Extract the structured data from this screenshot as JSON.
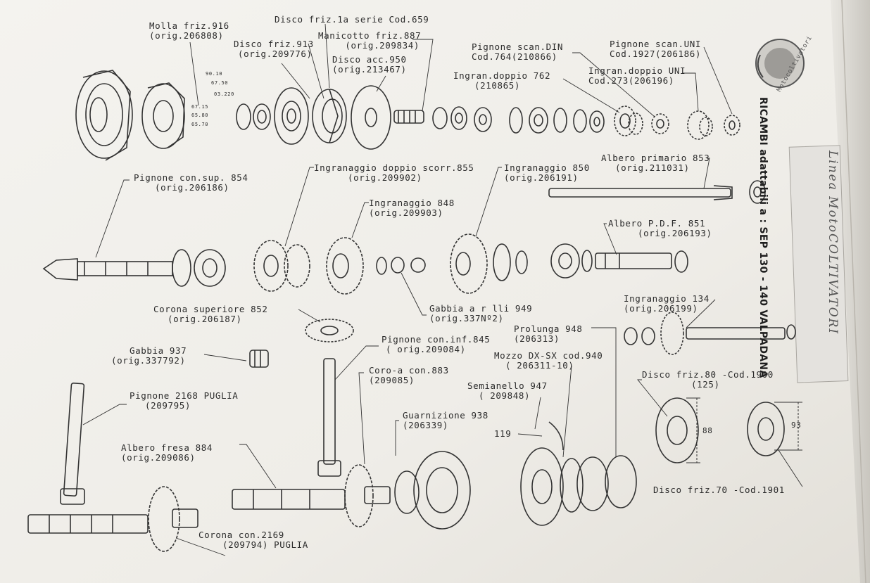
{
  "brand": {
    "logo_text": "Motocoltivatori",
    "title": "RICAMBI adattabili a : SEP 130 - 140 VALPADANA",
    "side_tab": "Linea MotoCOLTIVATORI"
  },
  "labels": [
    {
      "id": "molla-friz-916",
      "line1": "Molla  friz.916",
      "line2": "(orig.206808)"
    },
    {
      "id": "disco-friz-1a",
      "line1": "Disco friz.1a serie Cod.659",
      "line2": ""
    },
    {
      "id": "manicotto-friz-887",
      "line1": "Manicotto friz.887",
      "line2": "(orig.209834)"
    },
    {
      "id": "disco-friz-913",
      "line1": "Disco friz.913",
      "line2": "(orig.209776)"
    },
    {
      "id": "disco-acc-950",
      "line1": "Disco acc.950",
      "line2": "(orig.213467)"
    },
    {
      "id": "pignone-scan-din",
      "line1": "Pignone scan.DIN",
      "line2": "Cod.764(210866)"
    },
    {
      "id": "pignone-scan-uni",
      "line1": "Pignone scan.UNI",
      "line2": "Cod.1927(206186)"
    },
    {
      "id": "ingran-doppio-762",
      "line1": "Ingran.doppio 762",
      "line2": "(210865)"
    },
    {
      "id": "ingran-doppio-uni",
      "line1": "Ingran.doppio UNI",
      "line2": "Cod.273(206196)"
    },
    {
      "id": "albero-primario-853",
      "line1": "Albero primario 853",
      "line2": "(orig.211031)"
    },
    {
      "id": "pignone-con-sup-854",
      "line1": "Pignone con.sup. 854",
      "line2": "(orig.206186)"
    },
    {
      "id": "ingranaggio-doppio-scorr-855",
      "line1": "Ingranaggio doppio scorr.855",
      "line2": "(orig.209902)"
    },
    {
      "id": "ingranaggio-850",
      "line1": "Ingranaggio 850",
      "line2": "(orig.206191)"
    },
    {
      "id": "ingranaggio-848",
      "line1": "Ingranaggio 848",
      "line2": "(orig.209903)"
    },
    {
      "id": "albero-pdf-851",
      "line1": "Albero P.D.F. 851",
      "line2": "(orig.206193)"
    },
    {
      "id": "corona-superiore-852",
      "line1": "Corona superiore 852",
      "line2": "(orig.206187)"
    },
    {
      "id": "gabbia-a-rulli-949",
      "line1": "Gabbia a r lli 949",
      "line2": "(orig.337Nº2)"
    },
    {
      "id": "ingranaggio-134",
      "line1": "Ingranaggio 134",
      "line2": "(orig.206199)"
    },
    {
      "id": "prolunga-948",
      "line1": "Prolunga 948",
      "line2": "(206313)"
    },
    {
      "id": "pignone-con-inf-845",
      "line1": "Pignone con.inf.845",
      "line2": "( orig.209084)"
    },
    {
      "id": "gabbia-937",
      "line1": "Gabbia 937",
      "line2": "(orig.337792)"
    },
    {
      "id": "mozzo-dx-sx-940",
      "line1": "Mozzo DX-SX cod.940",
      "line2": "( 206311-10)"
    },
    {
      "id": "corona-con-883",
      "line1": "Coro-a con.883",
      "line2": "(209085)"
    },
    {
      "id": "disco-friz-80",
      "line1": "Disco friz.80 -Cod.1900",
      "line2": "(125)"
    },
    {
      "id": "semianello-947",
      "line1": "Semianello 947",
      "line2": "( 209848)"
    },
    {
      "id": "pignone-2168-puglia",
      "line1": "Pignone 2168 PUGLIA",
      "line2": "(209795)"
    },
    {
      "id": "guarnizione-938",
      "line1": "Guarnizione 938",
      "line2": "(206339)"
    },
    {
      "id": "ref-119",
      "line1": "119",
      "line2": ""
    },
    {
      "id": "albero-fresa-884",
      "line1": "Albero fresa 884",
      "line2": "(orig.209086)"
    },
    {
      "id": "corona-con-2169",
      "line1": "Corona con.2169",
      "line2": "(209794) PUGLIA"
    },
    {
      "id": "disco-friz-70",
      "line1": "Disco friz.70 -Cod.1901",
      "line2": ""
    }
  ],
  "dimensions": {
    "dim-88": "88",
    "dim-93": "93",
    "spring-codes": [
      "90.10",
      "67.50",
      "03.220",
      "67.15",
      "65.80",
      "65.70"
    ]
  },
  "colors": {
    "paper": "#f1efea",
    "ink": "#2b2b2b",
    "background": "#d9d6cf"
  }
}
